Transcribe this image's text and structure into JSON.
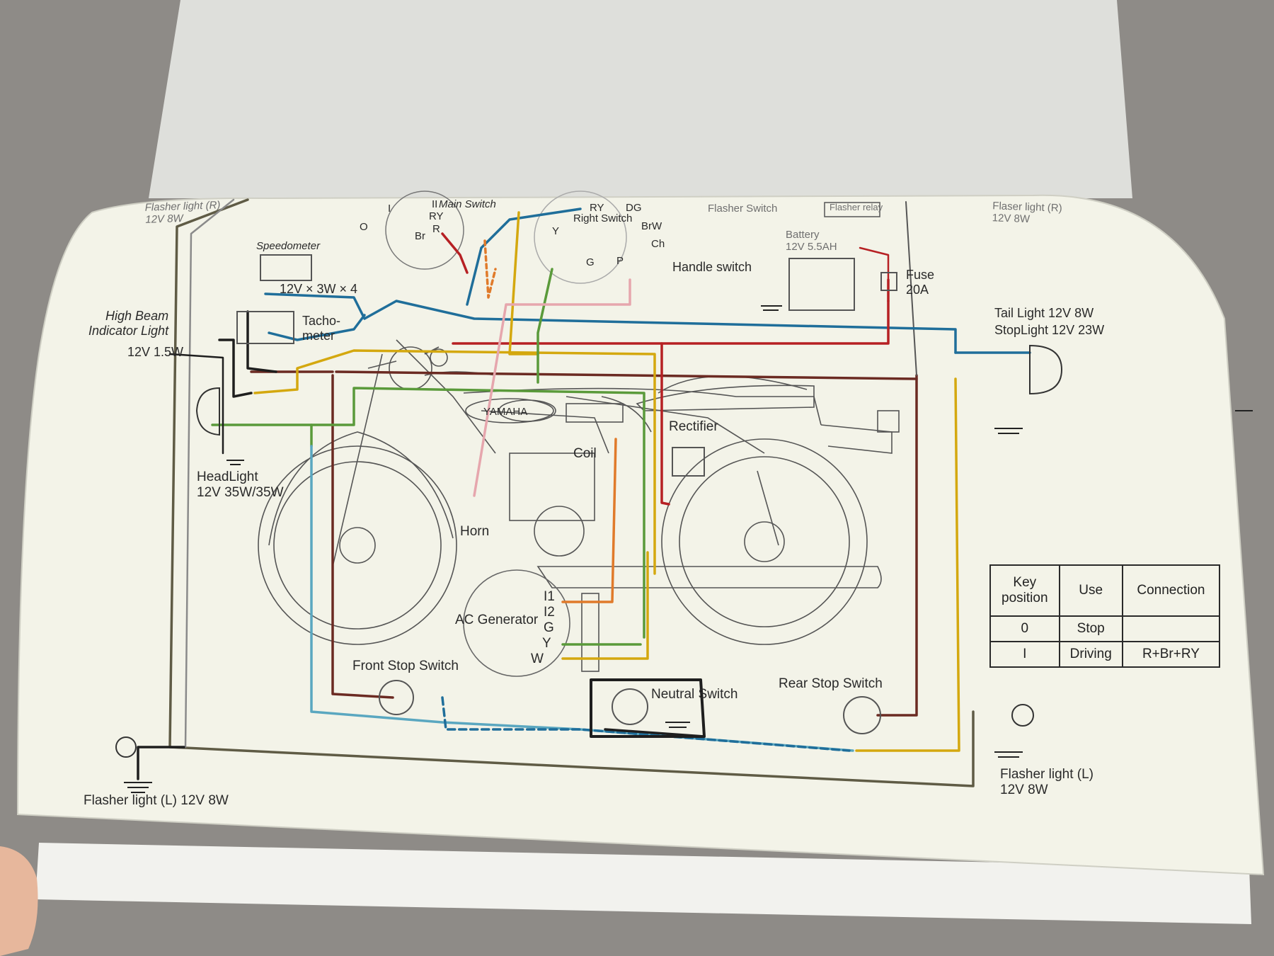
{
  "diagram": {
    "components": {
      "flasher_rr": {
        "name": "Flasher light (R)",
        "spec": "12V 8W"
      },
      "main_switch": {
        "name": "Main Switch",
        "terminals": [
          "RY",
          "R",
          "Br"
        ],
        "positions": [
          "O",
          "I",
          "II"
        ]
      },
      "right_switch": {
        "name": "Right Switch",
        "terminals": [
          "RY",
          "DG",
          "BrW",
          "Ch",
          "Y",
          "G",
          "P"
        ]
      },
      "flasher_switch": {
        "name": "Flasher Switch"
      },
      "flasher_relay": {
        "name": "Flasher relay"
      },
      "flasher_r_right": {
        "name": "Flaser light (R)",
        "spec": "12V 8W"
      },
      "speedometer": {
        "name": "Speedometer"
      },
      "meter_lamps": {
        "spec": "12V × 3W × 4"
      },
      "tachometer": {
        "name": "Tacho-\nmeter"
      },
      "battery": {
        "name": "Battery",
        "spec": "12V 5.5AH"
      },
      "handle_switch": {
        "name": "Handle switch"
      },
      "fuse": {
        "name": "Fuse",
        "spec": "20A"
      },
      "high_beam": {
        "name": "High Beam\nIndicator Light",
        "spec": "12V 1.5W"
      },
      "tail_light": {
        "name": "Tail Light 12V 8W"
      },
      "stop_light": {
        "name": "StopLight 12V 23W"
      },
      "yamaha": {
        "name": "YAMAHA"
      },
      "rectifier": {
        "name": "Rectifier"
      },
      "coil": {
        "name": "Coil"
      },
      "headlight": {
        "name": "HeadLight",
        "spec": "12V 35W/35W"
      },
      "horn": {
        "name": "Horn"
      },
      "ac_generator": {
        "name": "AC Generator",
        "terminals": [
          "I1",
          "I2",
          "G",
          "Y",
          "W"
        ]
      },
      "front_stop": {
        "name": "Front Stop Switch"
      },
      "neutral": {
        "name": "Neutral Switch"
      },
      "rear_stop": {
        "name": "Rear Stop Switch"
      },
      "flasher_l_left": {
        "name": "Flasher light (L) 12V 8W"
      },
      "flasher_l_right": {
        "name": "Flasher light (L)",
        "spec": "12V 8W"
      }
    },
    "key_table": {
      "headers": [
        "Key\nposition",
        "Use",
        "Connection"
      ],
      "rows": [
        [
          "0",
          "Stop",
          ""
        ],
        [
          "I",
          "Driving",
          "R+Br+RY"
        ]
      ]
    },
    "wire_colors": {
      "brown": "#6b2a22",
      "blue": "#1f6e9a",
      "red": "#b62023",
      "yellow": "#d4a80f",
      "green": "#5a9a3a",
      "pink": "#e6a6ad",
      "orange": "#e07a2a",
      "black": "#1e1e1e",
      "skyblue": "#5aa7c0",
      "olive": "#5f5b45",
      "gray": "#8a8a8a"
    }
  }
}
